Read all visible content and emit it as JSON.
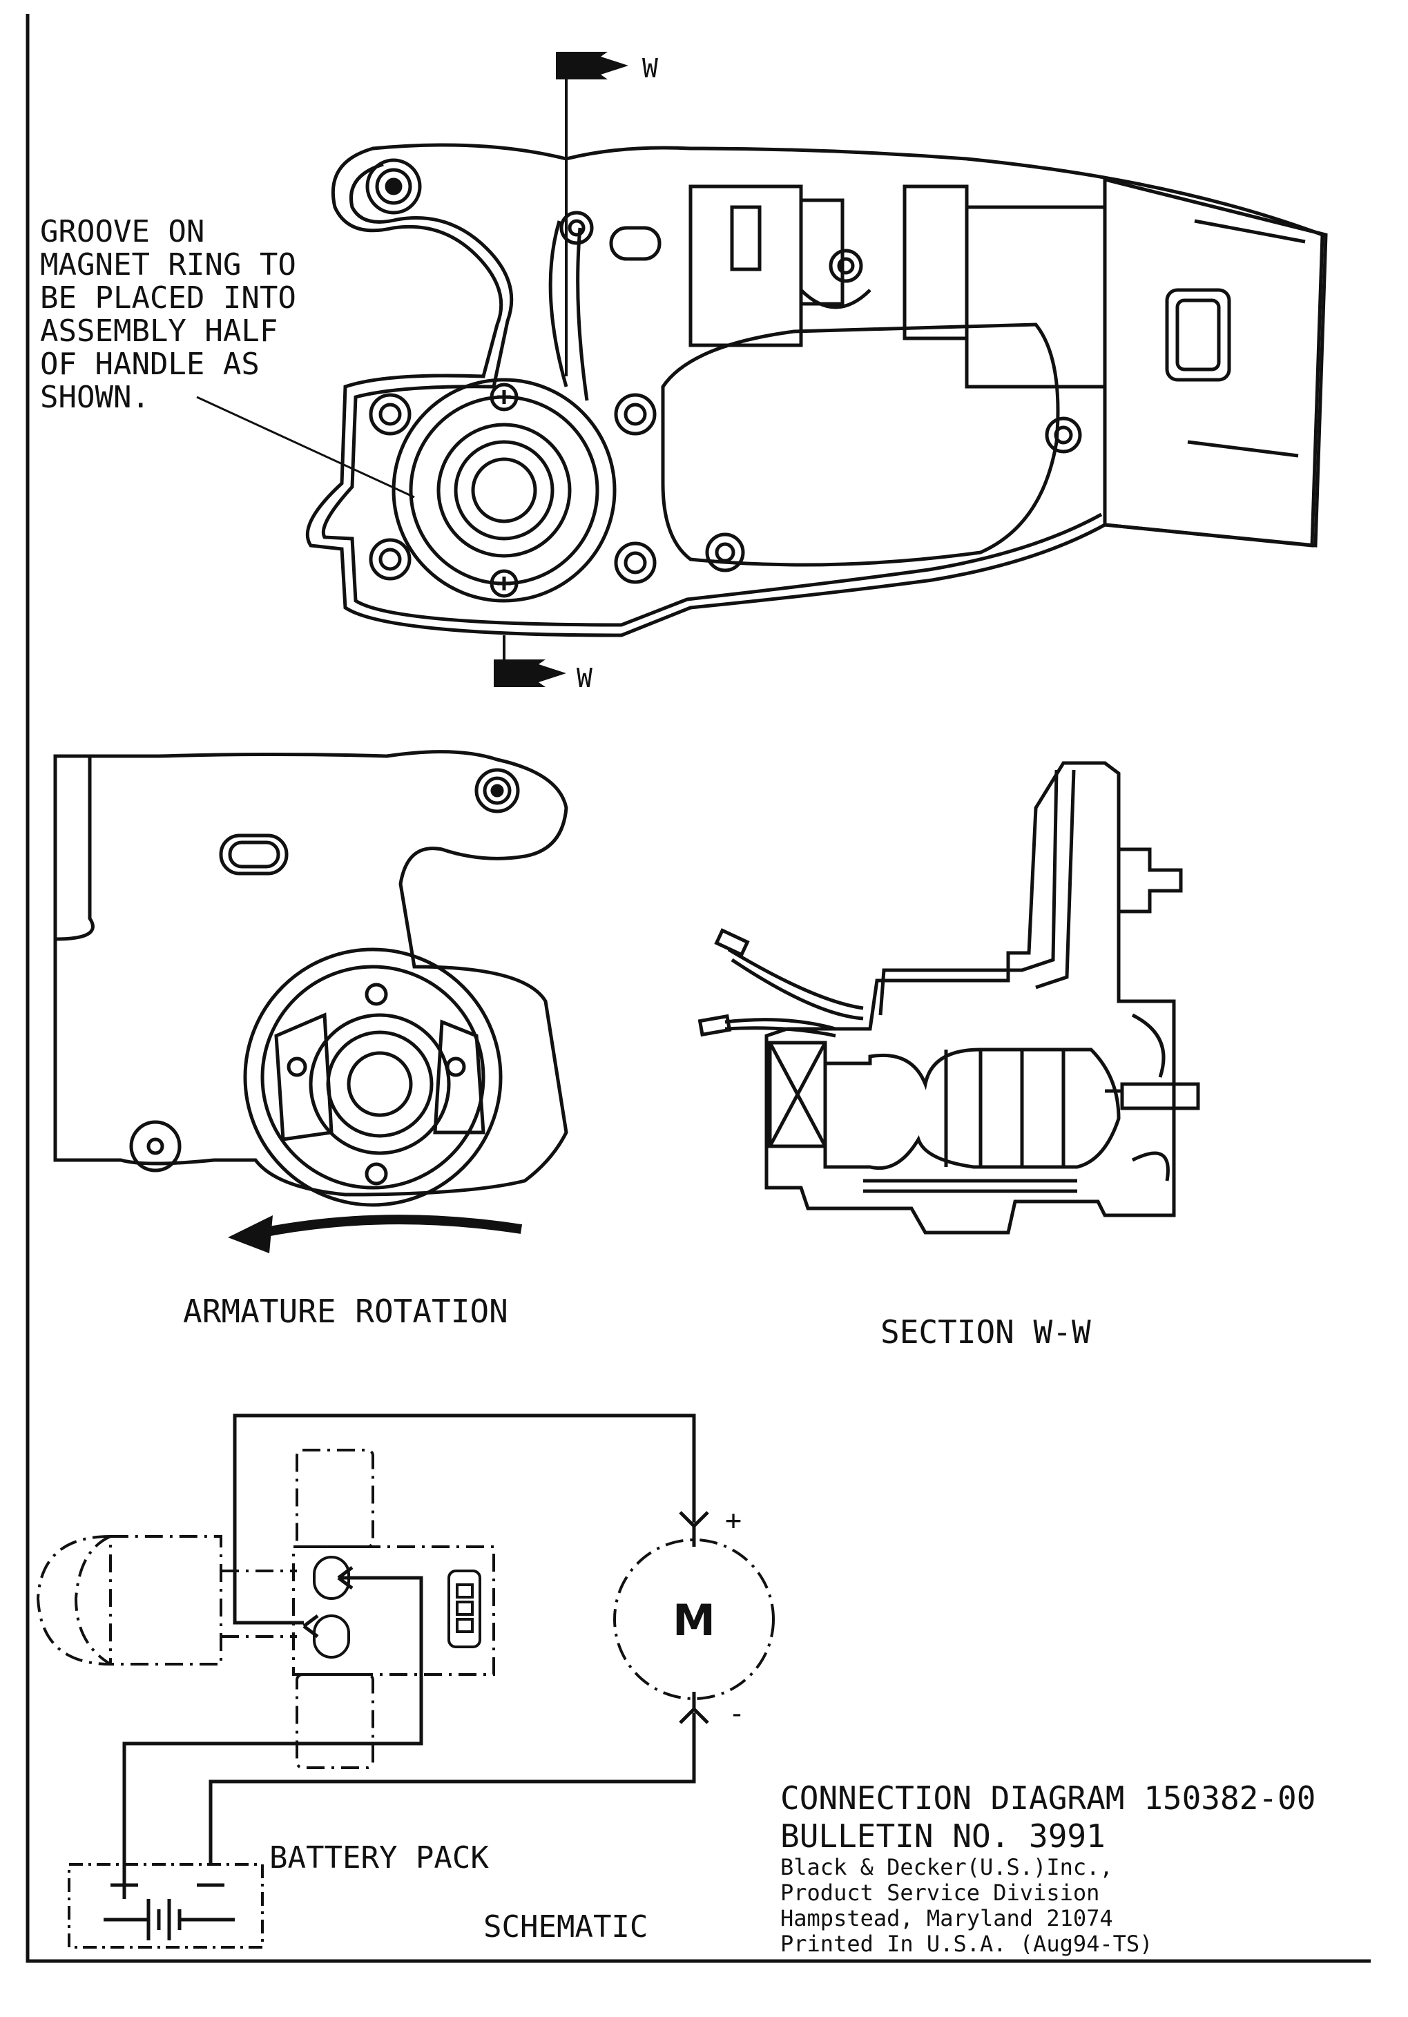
{
  "annotation": {
    "lines": [
      "GROOVE ON",
      "MAGNET RING TO",
      "BE PLACED INTO",
      "ASSEMBLY HALF",
      "OF HANDLE AS",
      "SHOWN."
    ]
  },
  "section_marker": "W",
  "captions": {
    "armature_rotation": "ARMATURE ROTATION",
    "section": "SECTION W-W",
    "schematic": "SCHEMATIC",
    "battery_pack": "BATTERY PACK"
  },
  "motor": {
    "symbol": "M",
    "plus": "+",
    "minus": "-"
  },
  "title_block": {
    "title": "CONNECTION DIAGRAM 150382-00",
    "bulletin": "BULLETIN NO. 3991",
    "company": "Black & Decker(U.S.)Inc.,",
    "division": "Product Service Division",
    "address": "Hampstead, Maryland 21074",
    "printed": "Printed In U.S.A.   (Aug94-TS)"
  }
}
